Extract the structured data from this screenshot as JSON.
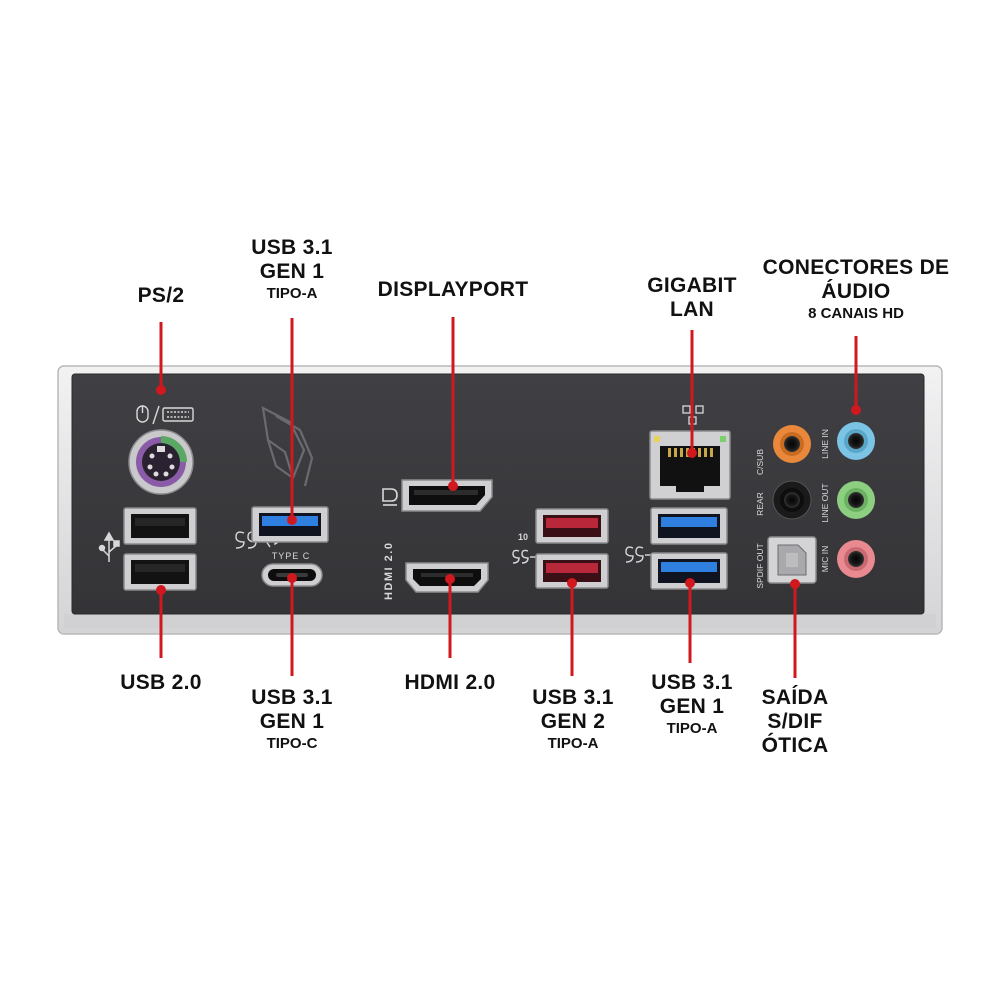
{
  "colors": {
    "panel": "#3a3a3e",
    "frame": "#e3e3e5",
    "leader": "#d0181e",
    "usb3_blue": "#2f7fe0",
    "usb32_red": "#b8283a",
    "audio_orange": "#e9883a",
    "audio_blue": "#7cc4e6",
    "audio_green": "#8ccf80",
    "audio_pink": "#e88a90",
    "ps2_purple": "#8a5ca8",
    "ps2_green": "#5aa864"
  },
  "labels": {
    "ps2": {
      "lines": [
        "PS/2"
      ],
      "sub": ""
    },
    "usb31_gen1_a_top": {
      "lines": [
        "USB 3.1",
        "GEN 1"
      ],
      "sub": "TIPO-A"
    },
    "displayport": {
      "lines": [
        "DISPLAYPORT"
      ],
      "sub": ""
    },
    "gigabit_lan": {
      "lines": [
        "GIGABIT",
        "LAN"
      ],
      "sub": ""
    },
    "audio": {
      "lines": [
        "CONECTORES DE",
        "ÁUDIO"
      ],
      "sub": "8 CANAIS HD"
    },
    "usb20": {
      "lines": [
        "USB 2.0"
      ],
      "sub": ""
    },
    "usb31_gen1_c": {
      "lines": [
        "USB 3.1",
        "GEN 1"
      ],
      "sub": "TIPO-C"
    },
    "hdmi": {
      "lines": [
        "HDMI 2.0"
      ],
      "sub": ""
    },
    "usb31_gen2_a": {
      "lines": [
        "USB 3.1",
        "GEN 2"
      ],
      "sub": "TIPO-A"
    },
    "usb31_gen1_a_right": {
      "lines": [
        "USB 3.1",
        "GEN 1"
      ],
      "sub": "TIPO-A"
    },
    "spdif": {
      "lines": [
        "SAÍDA",
        "S/DIF",
        "ÓTICA"
      ],
      "sub": ""
    }
  },
  "panel_text": {
    "type_c": "TYPE C",
    "hdmi_vertical": "HDMI 2.0",
    "c_sub": "C/SUB",
    "rear": "REAR",
    "spdif_out": "SPDIF OUT",
    "line_in": "LINE IN",
    "line_out": "LINE OUT",
    "mic_in": "MIC IN",
    "ss_gen2_mark": "10"
  }
}
